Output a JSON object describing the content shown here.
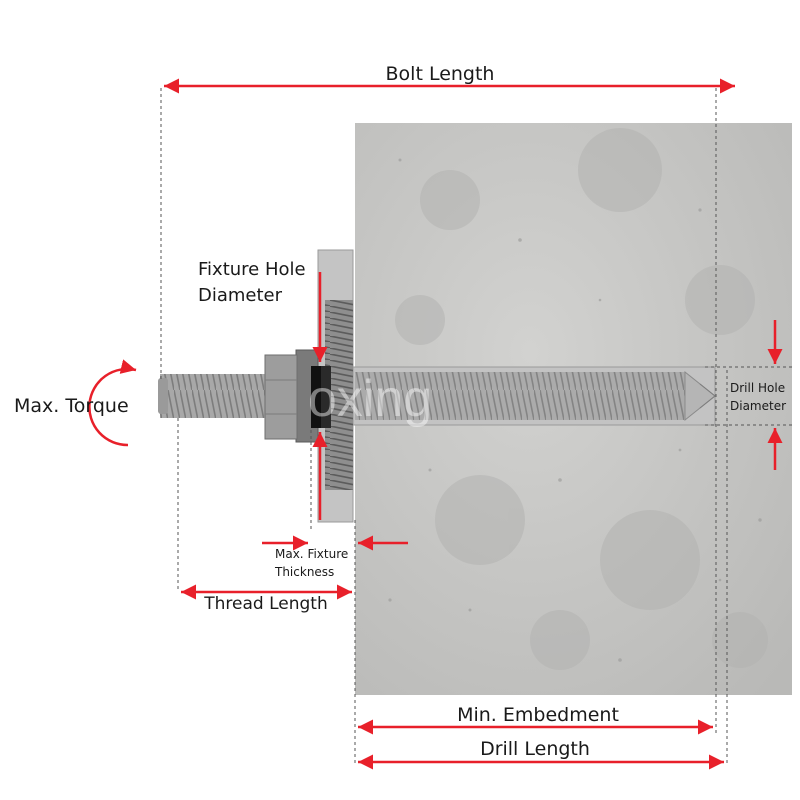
{
  "labels": {
    "bolt_length": "Bolt  Length",
    "fixture_hole_1": "Fixture Hole",
    "fixture_hole_2": "Diameter",
    "max_torque": "Max. Torque",
    "drill_hole_1": "Drill Hole",
    "drill_hole_2": "Diameter",
    "max_fixture_1": "Max. Fixture",
    "max_fixture_2": "Thickness",
    "thread_length": "Thread Length",
    "min_embedment": "Min. Embedment",
    "drill_length": "Drill Length",
    "watermark": "oxing"
  },
  "colors": {
    "arrow": "#e8202a",
    "concrete": "#c9c9c7",
    "steel": "#a9a9a9",
    "text": "#1a1a1a",
    "guide": "#555555"
  }
}
